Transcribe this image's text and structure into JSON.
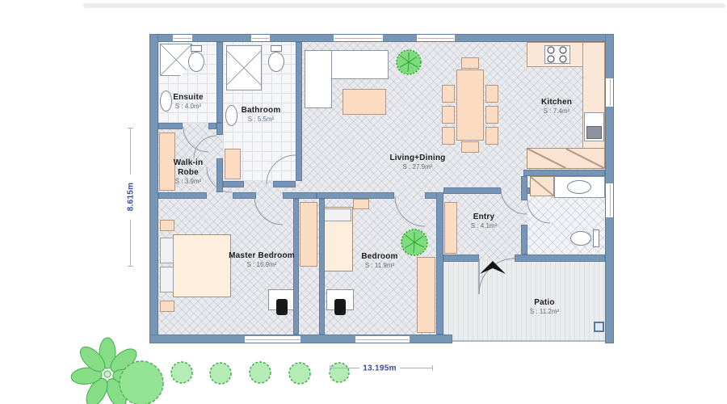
{
  "plan": {
    "rooms": [
      {
        "name": "Ensuite",
        "area": "S : 4.0m²"
      },
      {
        "name": "Bathroom",
        "area": "S : 5.5m²"
      },
      {
        "name": "Walk-in Robe",
        "area": "S : 3.9m²"
      },
      {
        "name": "Living+Dining",
        "area": "S : 27.9m²"
      },
      {
        "name": "Kitchen",
        "area": "S : 7.4m²"
      },
      {
        "name": "Entry",
        "area": "S : 4.1m²"
      },
      {
        "name": "Master Bedroom",
        "area": "S : 16.9m²"
      },
      {
        "name": "Bedroom",
        "area": "S : 11.9m²"
      },
      {
        "name": "Patio",
        "area": "S : 11.2m²"
      }
    ],
    "dimensions": {
      "height_left": "8.615m",
      "width_bottom": "13.195m"
    },
    "colors": {
      "wall": "#7796b5",
      "furniture_peach": "#fbdcc3",
      "plant_green": "#86dd86",
      "dimension_text": "#3b4aa0",
      "floor_gray": "#e9eaed"
    },
    "fixtures": [
      "corner-shower",
      "toilet",
      "basin",
      "shower",
      "sofa",
      "coffee-table",
      "dining-table",
      "dining-chairs",
      "cooktop",
      "kitchen-sink",
      "double-bed",
      "single-bed",
      "desk",
      "office-chair",
      "wardrobe",
      "entry-arrow",
      "tree",
      "bushes"
    ]
  }
}
